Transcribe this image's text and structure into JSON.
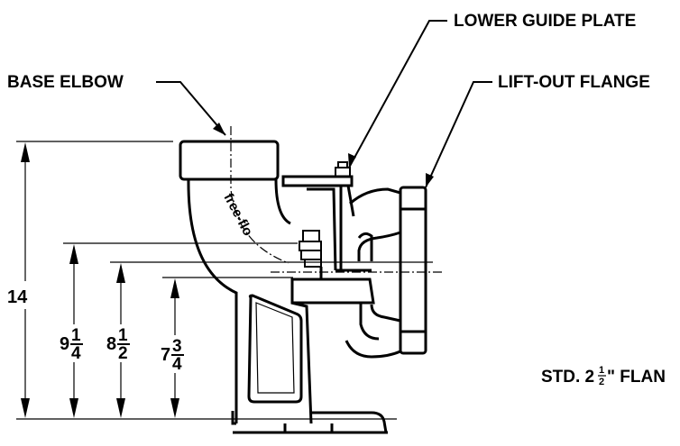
{
  "labels": {
    "lower_guide_plate": "LOWER GUIDE PLATE",
    "base_elbow": "BASE ELBOW",
    "lift_out_flange": "LIFT-OUT FLANGE",
    "std_flange_prefix": "STD. 2",
    "std_flange_frac_num": "1",
    "std_flange_frac_den": "2",
    "std_flange_suffix": "\" FLAN"
  },
  "dimensions": {
    "overall": {
      "whole": "14"
    },
    "d1": {
      "whole": "9",
      "num": "1",
      "den": "4"
    },
    "d2": {
      "whole": "8",
      "num": "1",
      "den": "2"
    },
    "d3": {
      "whole": "7",
      "num": "3",
      "den": "4"
    }
  },
  "elbow_marking": "free-flo"
}
